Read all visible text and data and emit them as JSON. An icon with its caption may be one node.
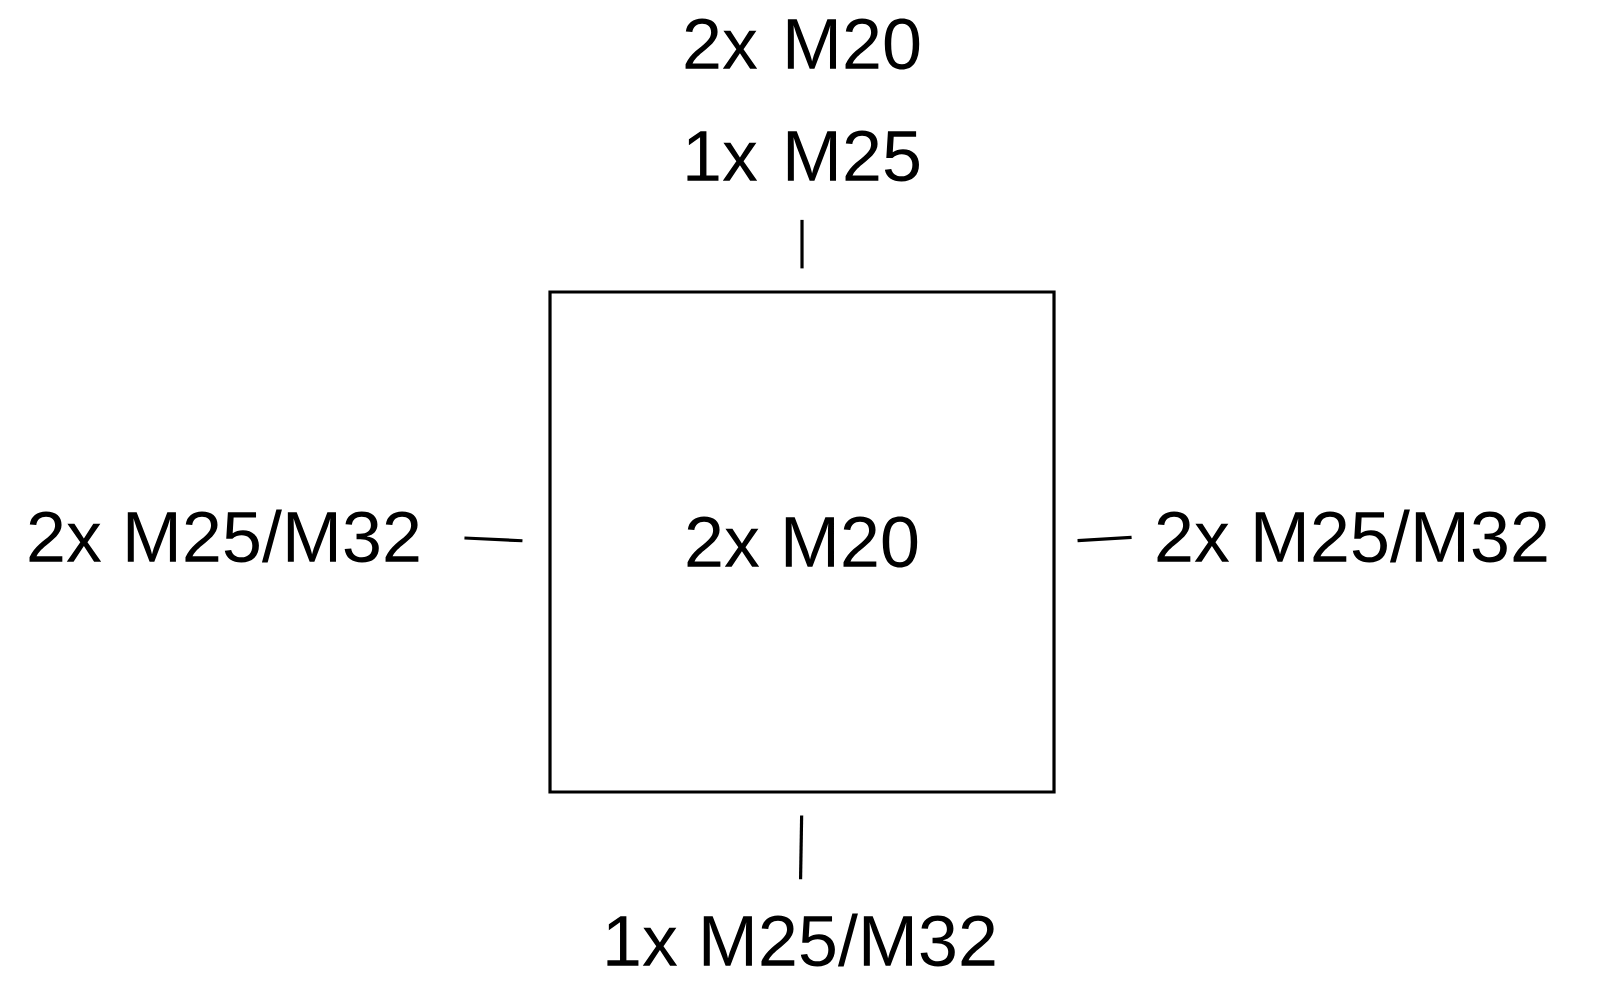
{
  "diagram": {
    "nodes": [
      {
        "text": [
          "2x M20"
        ]
      },
      {
        "text": [
          "2x M20 1x M25"
        ]
      },
      {
        "text": [
          "2x M25/M32"
        ]
      },
      {
        "text": [
          "2x M25/M32"
        ]
      },
      {
        "text": [
          "1x M25/M32"
        ]
      }
    ],
    "edges": [
      {
        "from": 1,
        "to": 0,
        "arrow": "none"
      },
      {
        "from": 2,
        "to": 0,
        "arrow": "none"
      },
      {
        "from": 3,
        "to": 0,
        "arrow": "none"
      },
      {
        "from": 4,
        "to": 0,
        "arrow": "none"
      }
    ]
  }
}
